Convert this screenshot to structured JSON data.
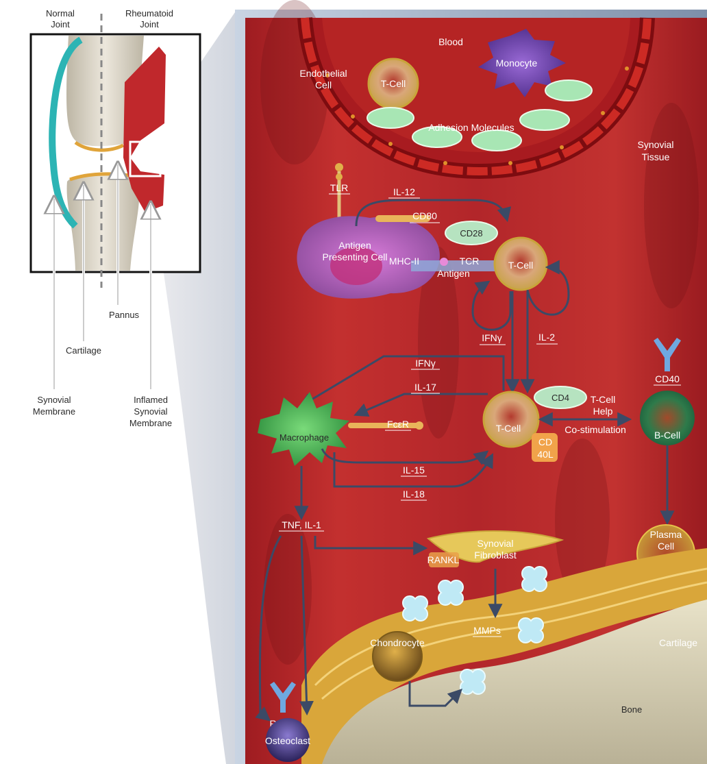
{
  "inset": {
    "normal_joint": [
      "Normal",
      "Joint"
    ],
    "rheumatoid_joint": [
      "Rheumatoid",
      "Joint"
    ],
    "pannus": "Pannus",
    "cartilage": "Cartilage",
    "synovial_membrane": [
      "Synovial",
      "Membrane"
    ],
    "inflamed_synovial_membrane": [
      "Inflamed",
      "Synovial",
      "Membrane"
    ]
  },
  "vessel": {
    "blood": "Blood",
    "endothelial_cell": [
      "Endothelial",
      "Cell"
    ],
    "t_cell": "T-Cell",
    "monocyte": "Monocyte",
    "adhesion_molecules": "Adhesion Molecules"
  },
  "synovial_tissue": [
    "Synovial",
    "Tissue"
  ],
  "antigen_presentation": {
    "tlr": "TLR",
    "il12": "IL-12",
    "cd80": "CD80",
    "cd28": "CD28",
    "apc": [
      "Antigen",
      "Presenting Cell"
    ],
    "mhc_ii": "MHC-II",
    "tcr": "TCR",
    "antigen": "Antigen",
    "t_cell": "T-Cell",
    "ifn_gamma": "IFNγ",
    "il2": "IL-2"
  },
  "macrophage_axis": {
    "ifn_gamma": "IFNγ",
    "il17": "IL-17",
    "macrophage": "Macrophage",
    "fcer": "FcεR",
    "il15": "IL-15",
    "il18": "IL-18",
    "t_cell": "T-Cell",
    "cd4": "CD4",
    "cd40l": [
      "CD",
      "40L"
    ],
    "t_cell_help": [
      "T-Cell",
      "Help"
    ],
    "co_stimulation": "Co-stimulation",
    "cd40": "CD40",
    "b_cell": "B-Cell",
    "plasma_cell": [
      "Plasma",
      "Cell"
    ]
  },
  "bone_axis": {
    "tnf_il1": "TNF, IL-1",
    "synovial_fibroblast": [
      "Synovial",
      "Fibroblast"
    ],
    "rankl": "RANKL",
    "mmps": "MMPs",
    "cartilage": "Cartilage",
    "chondrocyte": "Chondrocyte",
    "rank": "RANK",
    "osteoclast": "Osteoclast",
    "bone": "Bone"
  },
  "colors": {
    "tissue": "#b8262a",
    "tissue_dark": "#8e1a1e",
    "arrow": "#3b4a66",
    "label_box": "#7f7f9a",
    "adhesion": "#a8e6b4",
    "cd_marker": "#b6e3c0",
    "mmp": "#bfe9f5",
    "cartilage": "#d9a63a",
    "bone": "#d8cfae"
  }
}
